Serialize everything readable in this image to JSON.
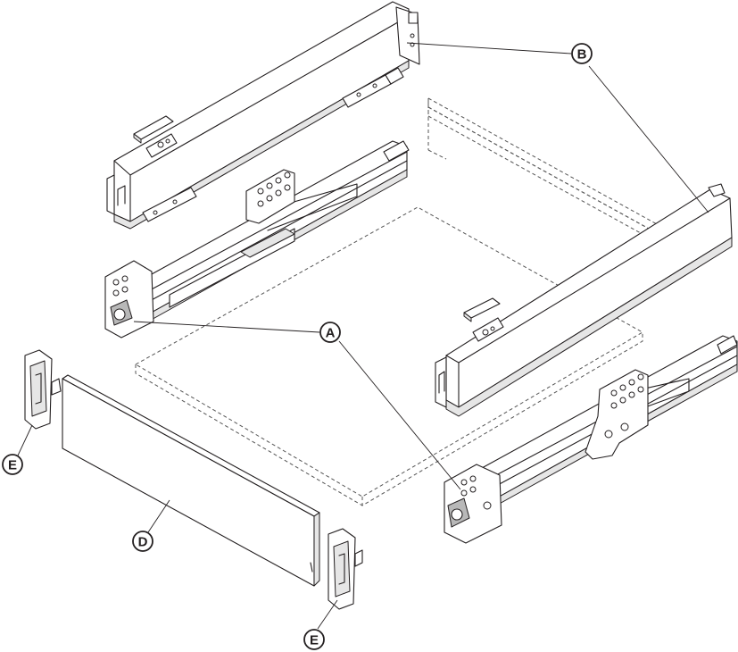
{
  "callouts": {
    "A": "A",
    "B": "B",
    "D": "D",
    "E_left": "E",
    "E_right": "E"
  }
}
